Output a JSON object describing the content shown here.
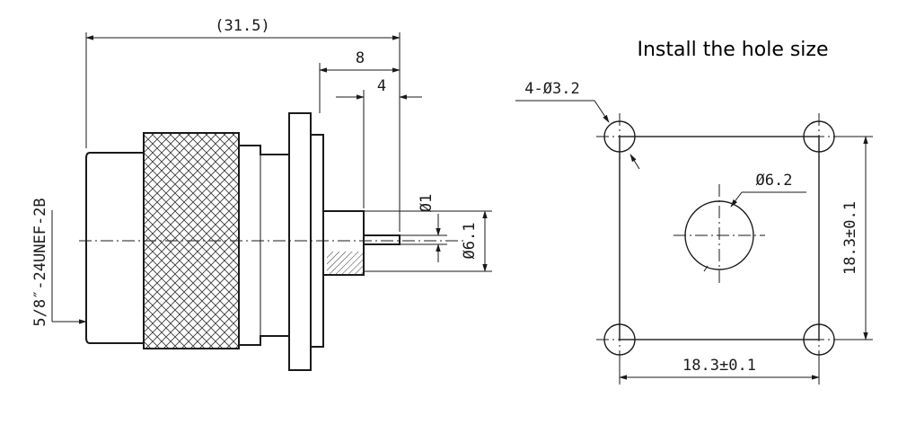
{
  "title": "Install the hole size",
  "connector": {
    "overall_length": "(31.5)",
    "flange_to_tip": "8",
    "pin_length": "4",
    "pin_diameter": "Ø1",
    "insulator_diameter": "Ø6.1",
    "thread": "5/8″-24UNEF-2B"
  },
  "mounting": {
    "holes": "4-Ø3.2",
    "center_hole": "Ø6.2",
    "vertical_spacing": "18.3±0.1",
    "horizontal_spacing": "18.3±0.1"
  }
}
